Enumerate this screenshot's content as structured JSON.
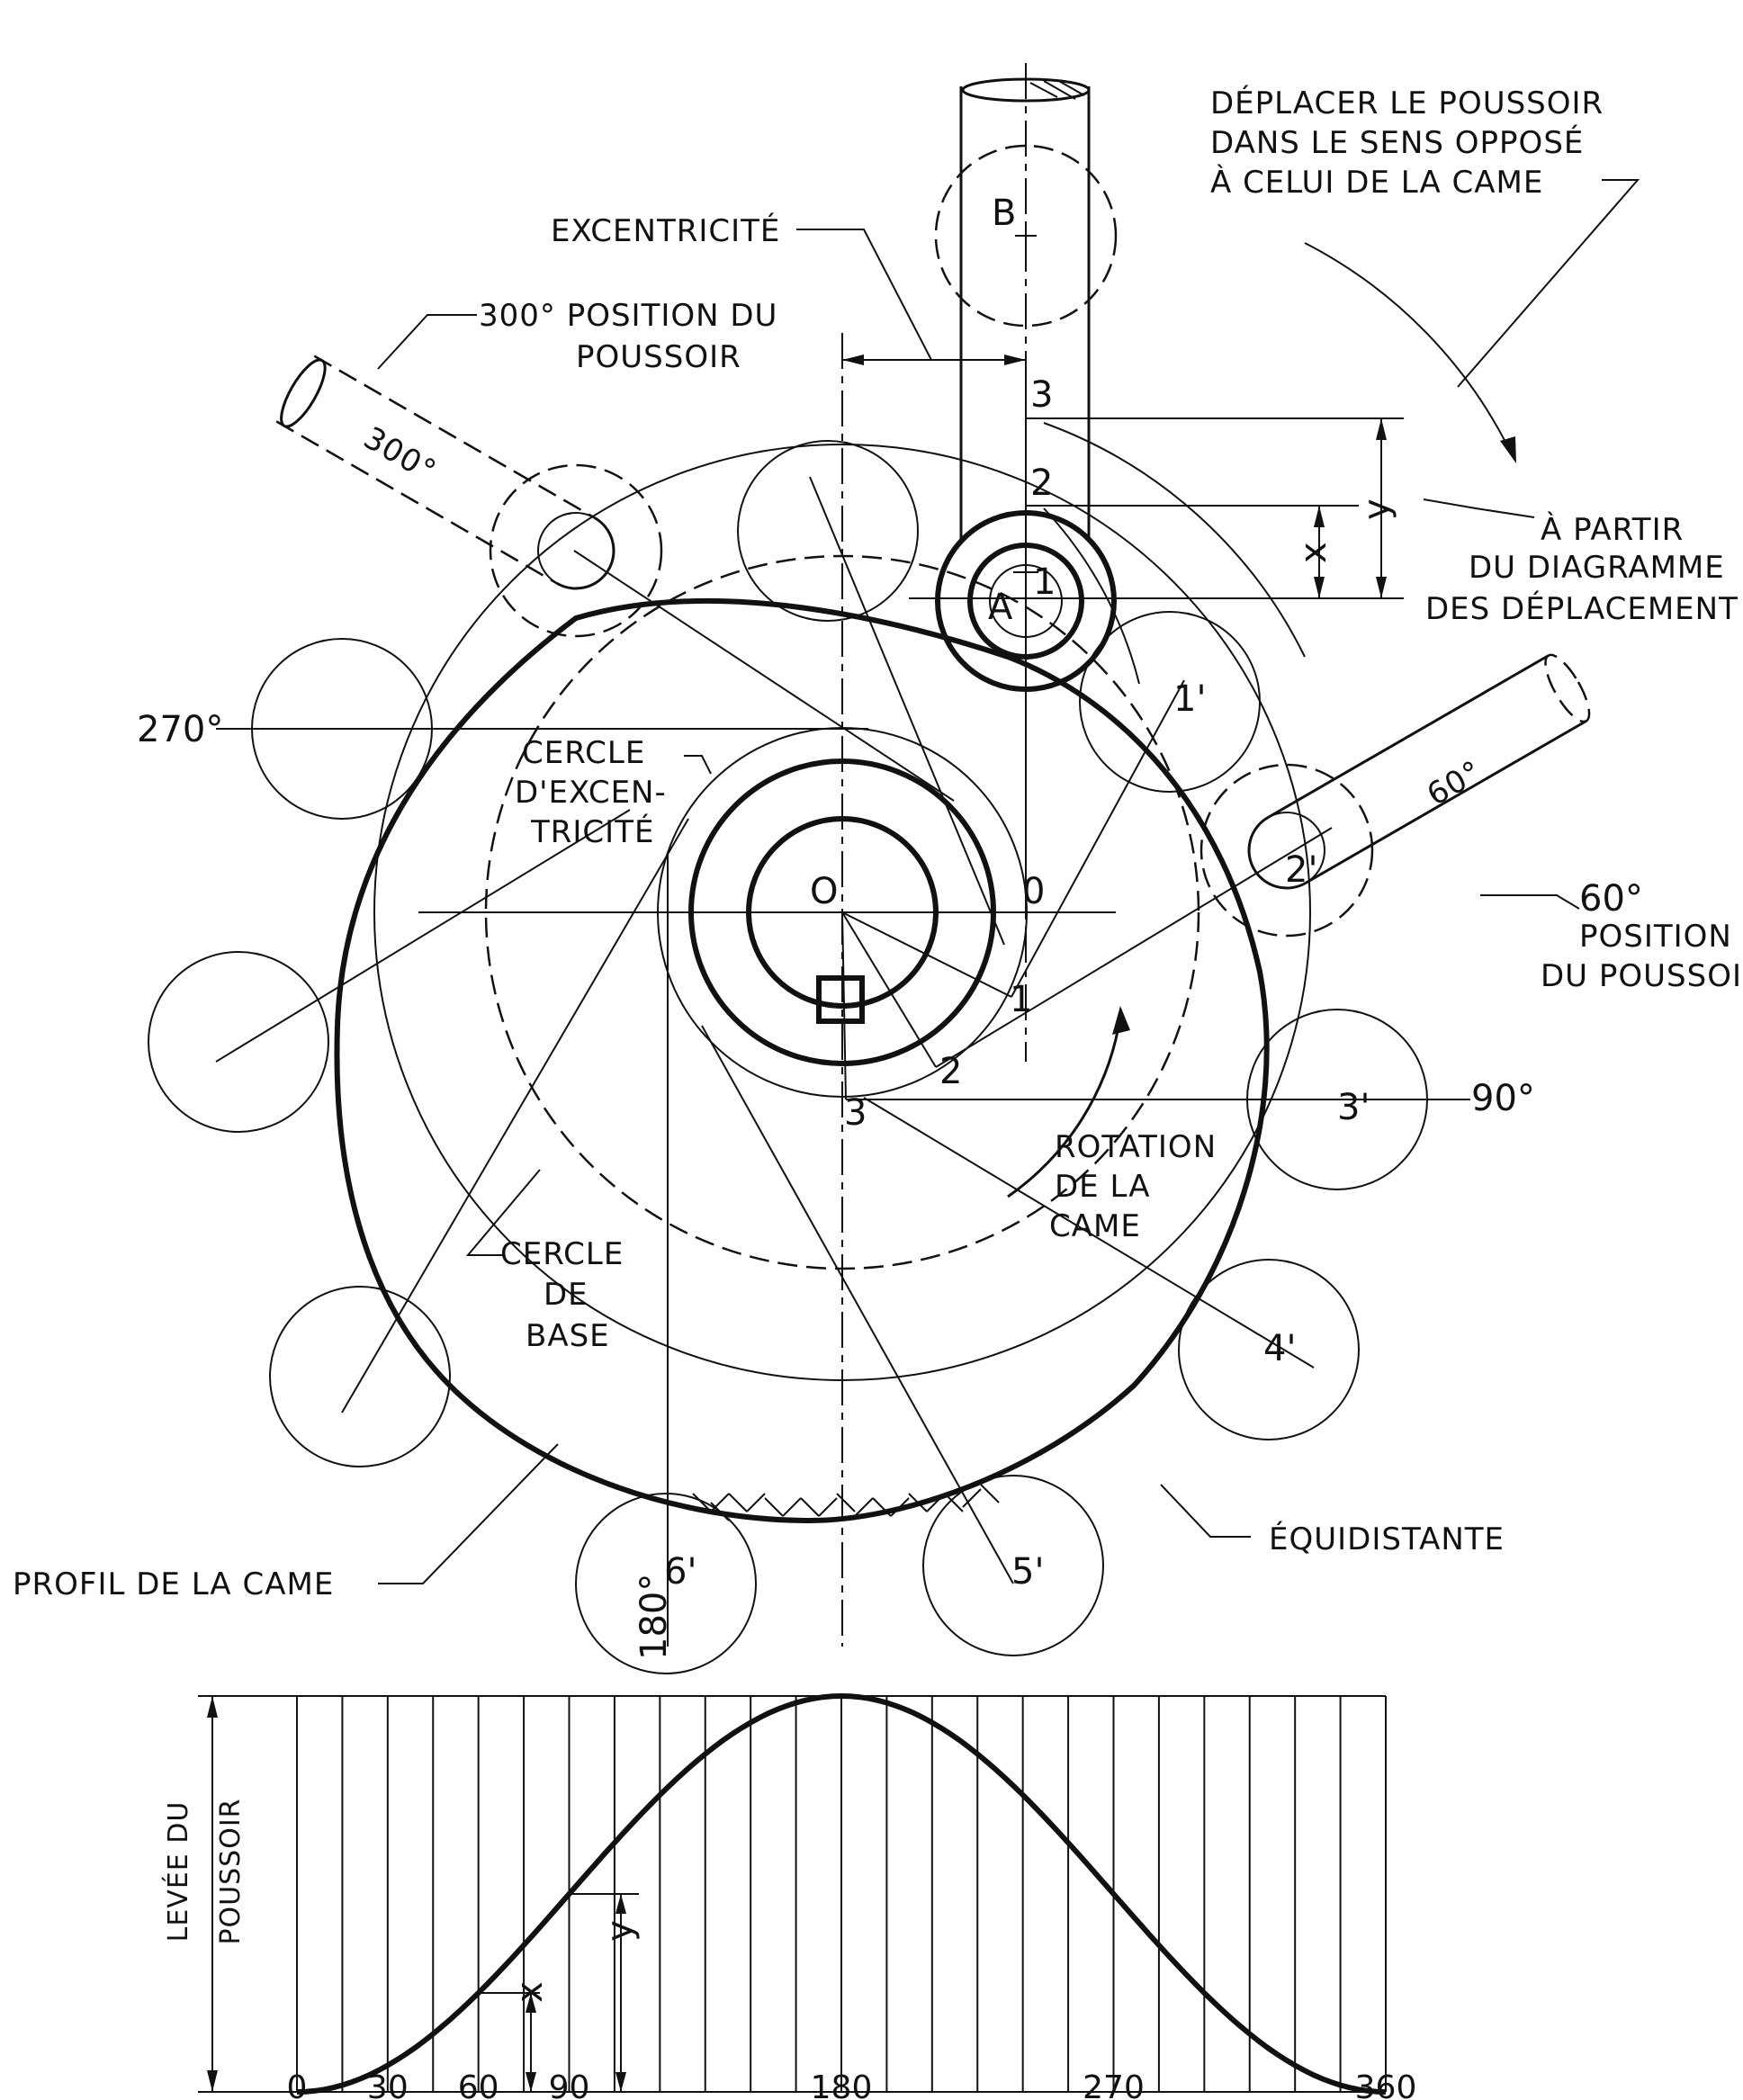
{
  "labels": {
    "excentricite": "EXCENTRICITÉ",
    "pos300_line1": "300° POSITION DU",
    "pos300_line2": "POUSSOIR",
    "angle300": "300°",
    "deplacer_line1": "DÉPLACER LE POUSSOIR",
    "deplacer_line2": "DANS LE SENS OPPOSÉ",
    "deplacer_line3": "À CELUI DE LA CAME",
    "a_partir_line1": "À PARTIR",
    "a_partir_line2": "DU DIAGRAMME",
    "a_partir_line3": "DES DÉPLACEMENT",
    "angle270": "270°",
    "angle60": "60°",
    "pos60_line1": "60°",
    "pos60_line2": "POSITION",
    "pos60_line3": "DU POUSSOIR",
    "angle90": "90°",
    "angle180": "180°",
    "cercle_exc_line1": "CERCLE",
    "cercle_exc_line2": "D'EXCEN-",
    "cercle_exc_line3": "TRICITÉ",
    "rotation_line1": "ROTATION",
    "rotation_line2": "DE LA",
    "rotation_line3": "CAME",
    "cercle_base_line1": "CERCLE",
    "cercle_base_line2": "DE",
    "cercle_base_line3": "BASE",
    "equidistante": "ÉQUIDISTANTE",
    "profil": "PROFIL DE LA CAME",
    "point_a": "A",
    "point_b": "B",
    "point_o": "O",
    "point_o2": "0",
    "y_mark": "y",
    "x_mark": "x",
    "pt1": "1",
    "pt2": "2",
    "pt3": "3",
    "f1": "1",
    "f2": "2",
    "f3": "3",
    "p1p": "1'",
    "p2p": "2'",
    "p3p": "3'",
    "p4p": "4'",
    "p5p": "5'",
    "p6p": "6'"
  },
  "chart_data": {
    "type": "line",
    "title": "",
    "ylabel": "LEVÉE DU POUSSOIR",
    "xlabel": "",
    "x_ticks": [
      "0",
      "30",
      "60",
      "90",
      "180",
      "270",
      "360"
    ],
    "xlim": [
      0,
      360
    ],
    "ylim": [
      0,
      1
    ],
    "grid_step": 15,
    "series": [
      {
        "x": [
          0,
          15,
          30,
          45,
          60,
          75,
          90,
          105,
          120,
          135,
          150,
          165,
          180,
          195,
          210,
          225,
          240,
          255,
          270,
          285,
          300,
          315,
          330,
          345,
          360
        ],
        "y": [
          0,
          0.017,
          0.067,
          0.146,
          0.25,
          0.371,
          0.5,
          0.629,
          0.75,
          0.854,
          0.933,
          0.983,
          1,
          0.983,
          0.933,
          0.854,
          0.75,
          0.629,
          0.5,
          0.371,
          0.25,
          0.146,
          0.067,
          0.017,
          0
        ]
      }
    ],
    "annotations": [
      "x",
      "y"
    ]
  }
}
